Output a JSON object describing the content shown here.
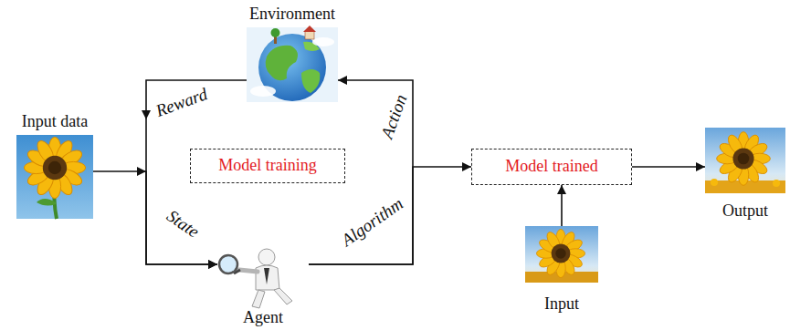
{
  "diagram": {
    "nodes": [
      {
        "text": [
          "Environment"
        ]
      },
      {
        "text": [
          "Input data"
        ]
      },
      {
        "text": [
          "Model training"
        ]
      },
      {
        "text": [
          "Model trained"
        ]
      },
      {
        "text": [
          "Output"
        ]
      },
      {
        "text": [
          "Agent"
        ]
      },
      {
        "text": [
          "Input"
        ]
      }
    ],
    "edges": [
      {
        "from": 0,
        "to": 5,
        "arrow": "to",
        "label": "State"
      },
      {
        "from": 5,
        "to": 0,
        "arrow": "to",
        "label": "Action"
      },
      {
        "from": 1,
        "to": 5,
        "arrow": "to"
      },
      {
        "from": 5,
        "to": 3,
        "arrow": "to"
      },
      {
        "from": 3,
        "to": 4,
        "arrow": "to"
      },
      {
        "from": 6,
        "to": 3,
        "arrow": "to"
      }
    ],
    "labels": [
      "Reward",
      "Algorithm"
    ]
  }
}
